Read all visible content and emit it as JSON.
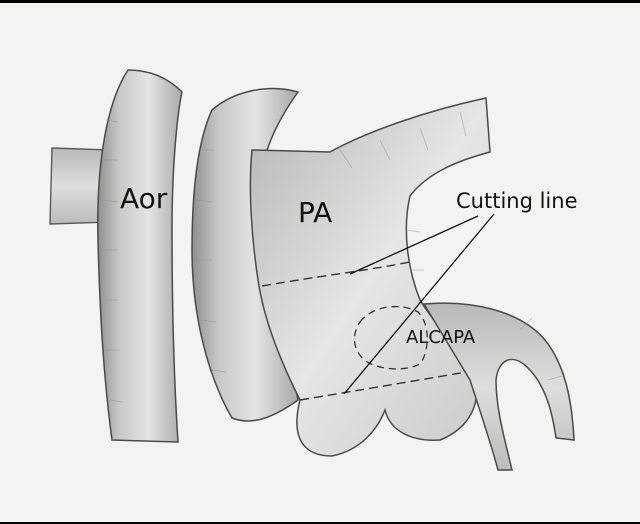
{
  "labels": {
    "aorta": "Aor",
    "pulmonary_artery": "PA",
    "cutting_line": "Cutting line",
    "alcapa": "ALCAPA"
  },
  "colors": {
    "paper": "#f3f3f0",
    "vessel_fill": "#d9d9d6",
    "vessel_shade": "#9a9a97",
    "outline": "#4a4a48",
    "ink": "#111111"
  }
}
